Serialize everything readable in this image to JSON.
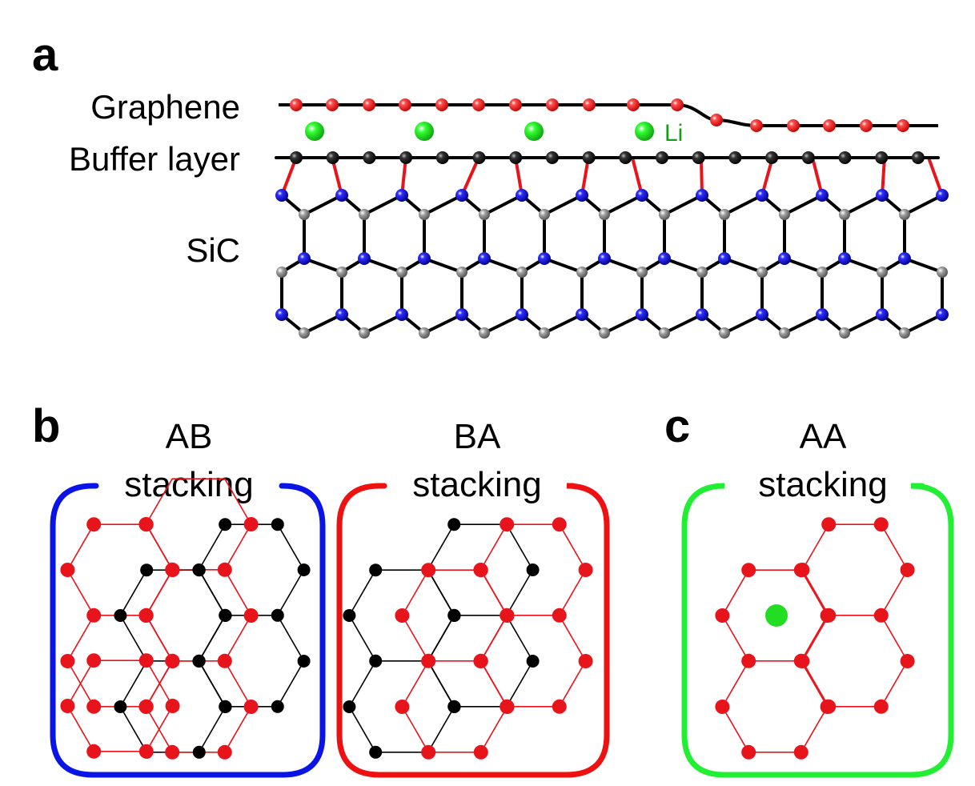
{
  "colors": {
    "graphene": "#e8141c",
    "buffer": "#111111",
    "si": "#1414c8",
    "c": "#8a8a8a",
    "lithium": "#22dd22",
    "bond": "#000000",
    "interface_bond": "#e8141c",
    "ab_frame": "#0a14e6",
    "ba_frame": "#ee1111",
    "aa_frame": "#22ee33",
    "li_text": "#1a9a1a"
  },
  "panel_a": {
    "letter": "a",
    "labels": {
      "graphene": "Graphene",
      "buffer": "Buffer layer",
      "sic": "SiC"
    },
    "li_label": "Li"
  },
  "panel_b": {
    "letter": "b",
    "ab": {
      "title_line1": "AB",
      "title_line2": "stacking"
    },
    "ba": {
      "title_line1": "BA",
      "title_line2": "stacking"
    }
  },
  "panel_c": {
    "letter": "c",
    "aa": {
      "title_line1": "AA",
      "title_line2": "stacking"
    }
  }
}
